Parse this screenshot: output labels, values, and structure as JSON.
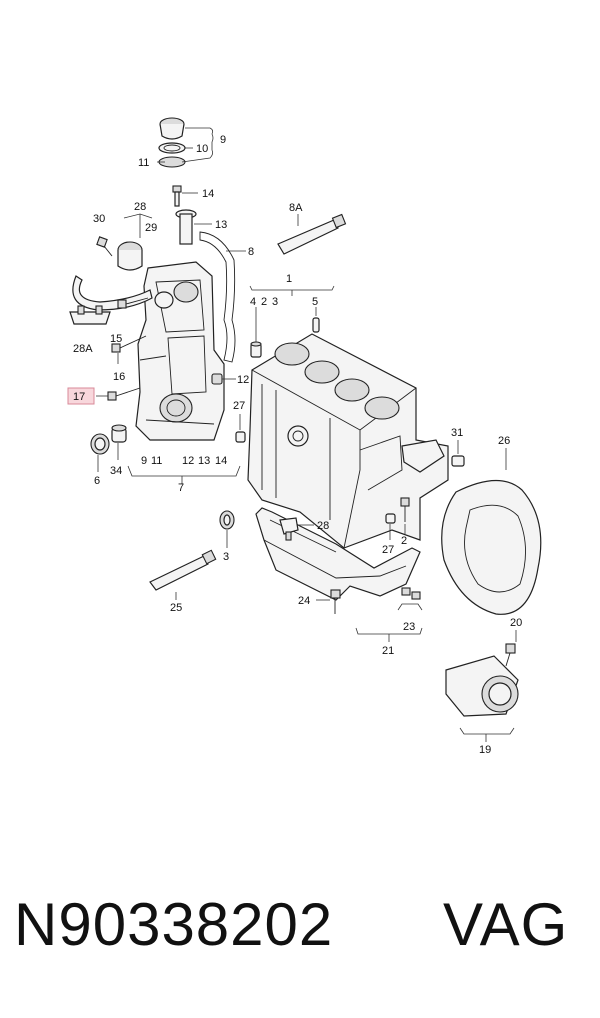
{
  "callouts": {
    "c9": "9",
    "c10": "10",
    "c11": "11",
    "c14": "14",
    "c13": "13",
    "c28": "28",
    "c29": "29",
    "c30": "30",
    "c8a": "8A",
    "c8": "8",
    "c1": "1",
    "c4": "4",
    "c2": "2",
    "c3": "3",
    "c5": "5",
    "c28a": "28A",
    "c15": "15",
    "c16": "16",
    "c17": "17",
    "c12": "12",
    "c27a": "27",
    "c34": "34",
    "c6": "6",
    "c9b": "9",
    "c11b": "11",
    "c12b": "12",
    "c13b": "13",
    "c14b": "14",
    "c7": "7",
    "c31": "31",
    "c26": "26",
    "c28b": "28",
    "c27b": "27",
    "c2b": "2",
    "c3b": "3",
    "c24": "24",
    "c23": "23",
    "c21": "21",
    "c25": "25",
    "c20": "20",
    "c19": "19"
  },
  "highlighted_callout": "17",
  "colors": {
    "highlight_fill": "#f8d7dc",
    "highlight_stroke": "#d88a98",
    "line": "#222222"
  },
  "footer": {
    "part_number": "N90338202",
    "brand": "VAG"
  }
}
